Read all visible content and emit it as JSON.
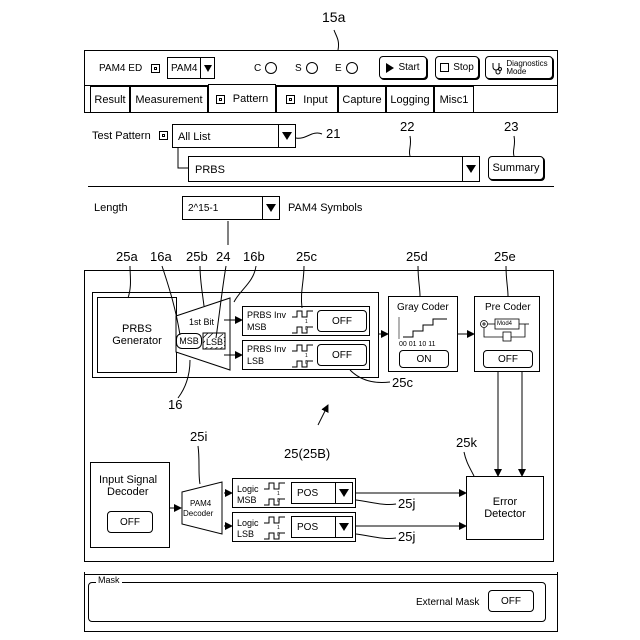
{
  "ref_labels": {
    "main": "15a",
    "dropdown_21": "21",
    "dropdown_22": "22",
    "summary_23": "23",
    "r25a": "25a",
    "r16a": "16a",
    "r25b": "25b",
    "r24": "24",
    "r16b": "16b",
    "r25c_top": "25c",
    "r25d": "25d",
    "r25e": "25e",
    "r25c_bottom": "25c",
    "r16": "16",
    "r25_group": "25(25B)",
    "r25i": "25i",
    "r25k": "25k",
    "r25j_top": "25j",
    "r25j_bottom": "25j"
  },
  "toolbar": {
    "title": "PAM4 ED",
    "mode_value": "PAM4",
    "radio_c": "C",
    "radio_s": "S",
    "radio_e": "E",
    "start_label": "Start",
    "stop_label": "Stop",
    "diag_line1": "Diagnostics",
    "diag_line2": "Mode"
  },
  "tabs": [
    {
      "label": "Result"
    },
    {
      "label": "Measurement"
    },
    {
      "label": "Pattern"
    },
    {
      "label": "Input"
    },
    {
      "label": "Capture"
    },
    {
      "label": "Logging"
    },
    {
      "label": "Misc1"
    }
  ],
  "pattern": {
    "test_pattern_label": "Test Pattern",
    "list_value": "All List",
    "pattern_value": "PRBS",
    "summary_label": "Summary",
    "length_label": "Length",
    "length_value": "2^15-1",
    "length_unit": "PAM4 Symbols"
  },
  "diagram": {
    "prbs_gen_line1": "PRBS",
    "prbs_gen_line2": "Generator",
    "first_bit": "1st Bit",
    "msb": "MSB",
    "lsb": "LSB",
    "inv_msb_line1": "PRBS Inv",
    "inv_msb_line2": "MSB",
    "inv_msb_value": "OFF",
    "inv_lsb_line1": "PRBS Inv",
    "inv_lsb_line2": "LSB",
    "inv_lsb_value": "OFF",
    "gray_coder_title": "Gray Coder",
    "gray_coder_levels": "00 01 10 11",
    "gray_coder_value": "ON",
    "pre_coder_title": "Pre Coder",
    "pre_coder_mod": "Mod4",
    "pre_coder_value": "OFF",
    "input_decoder_line1": "Input Signal",
    "input_decoder_line2": "Decoder",
    "input_decoder_value": "OFF",
    "pam4_decoder_line1": "PAM4",
    "pam4_decoder_line2": "Decoder",
    "logic_msb_line1": "Logic",
    "logic_msb_line2": "MSB",
    "logic_msb_value": "POS",
    "logic_lsb_line1": "Logic",
    "logic_lsb_line2": "LSB",
    "logic_lsb_value": "POS",
    "error_detector_line1": "Error",
    "error_detector_line2": "Detector"
  },
  "mask": {
    "group_label": "Mask",
    "external_mask_label": "External Mask",
    "external_mask_value": "OFF"
  }
}
